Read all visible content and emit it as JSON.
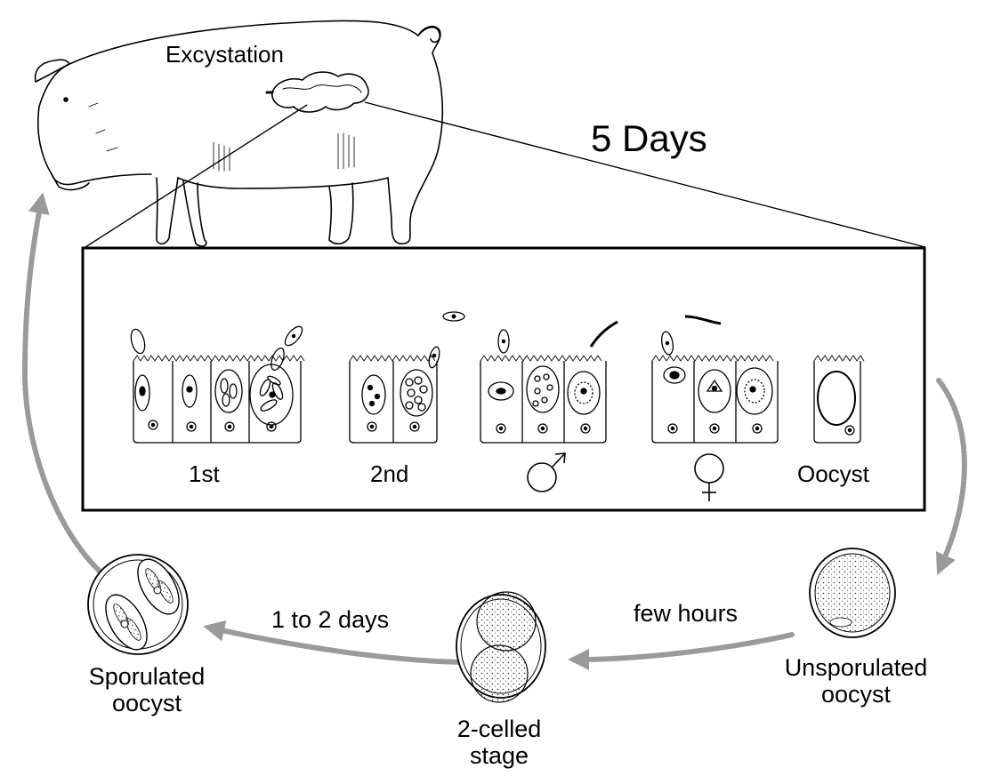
{
  "labels": {
    "excystation": "Excystation",
    "duration": "5 Days",
    "first": "1st",
    "second": "2nd",
    "oocyst": "Oocyst",
    "few_hours": "few hours",
    "one_to_two_days": "1 to 2 days",
    "unsporulated": "Unsporulated\noocyst",
    "two_celled": "2-celled\nstage",
    "sporulated": "Sporulated\noocyst"
  },
  "symbols": {
    "male": "male-symbol",
    "female": "female-symbol"
  },
  "colors": {
    "ink": "#000000",
    "arrow": "#9a9a9a",
    "stipple": "#555555"
  }
}
